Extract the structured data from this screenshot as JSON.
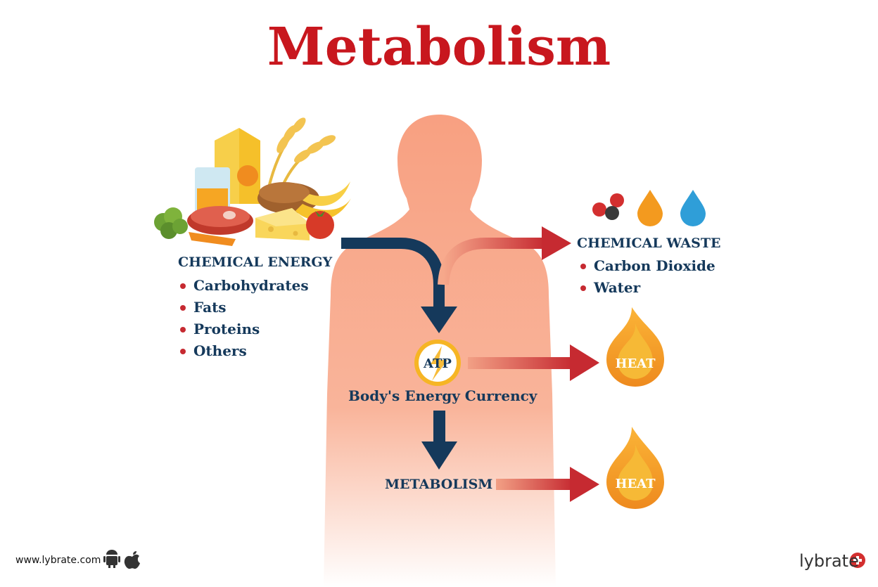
{
  "title": "Metabolism",
  "inputs": {
    "heading": "CHEMICAL ENERGY",
    "items": [
      "Carbohydrates",
      "Fats",
      "Proteins",
      "Others"
    ]
  },
  "waste": {
    "heading": "CHEMICAL WASTE",
    "items": [
      "Carbon Dioxide",
      "Water"
    ]
  },
  "atp": {
    "label": "ATP",
    "caption": "Body's Energy Currency"
  },
  "metabolism_label": "METABOLISM",
  "heat_labels": [
    "HEAT",
    "HEAT"
  ],
  "footer": {
    "url": "www.lybrate.com",
    "brand": "lybrate"
  },
  "colors": {
    "title": "#c8171e",
    "text": "#15395b",
    "arrow_blue": "#15395b",
    "arrow_red": "#c62a31",
    "body": "#f8a383",
    "flame_orange": "#f39a1f",
    "water_blue": "#2f9ed8"
  },
  "icons": [
    "food-group-icon",
    "co2-molecule-icon",
    "orange-drop-icon",
    "water-drop-icon",
    "flame-icon",
    "android-icon",
    "apple-icon",
    "plus-cross-icon"
  ]
}
